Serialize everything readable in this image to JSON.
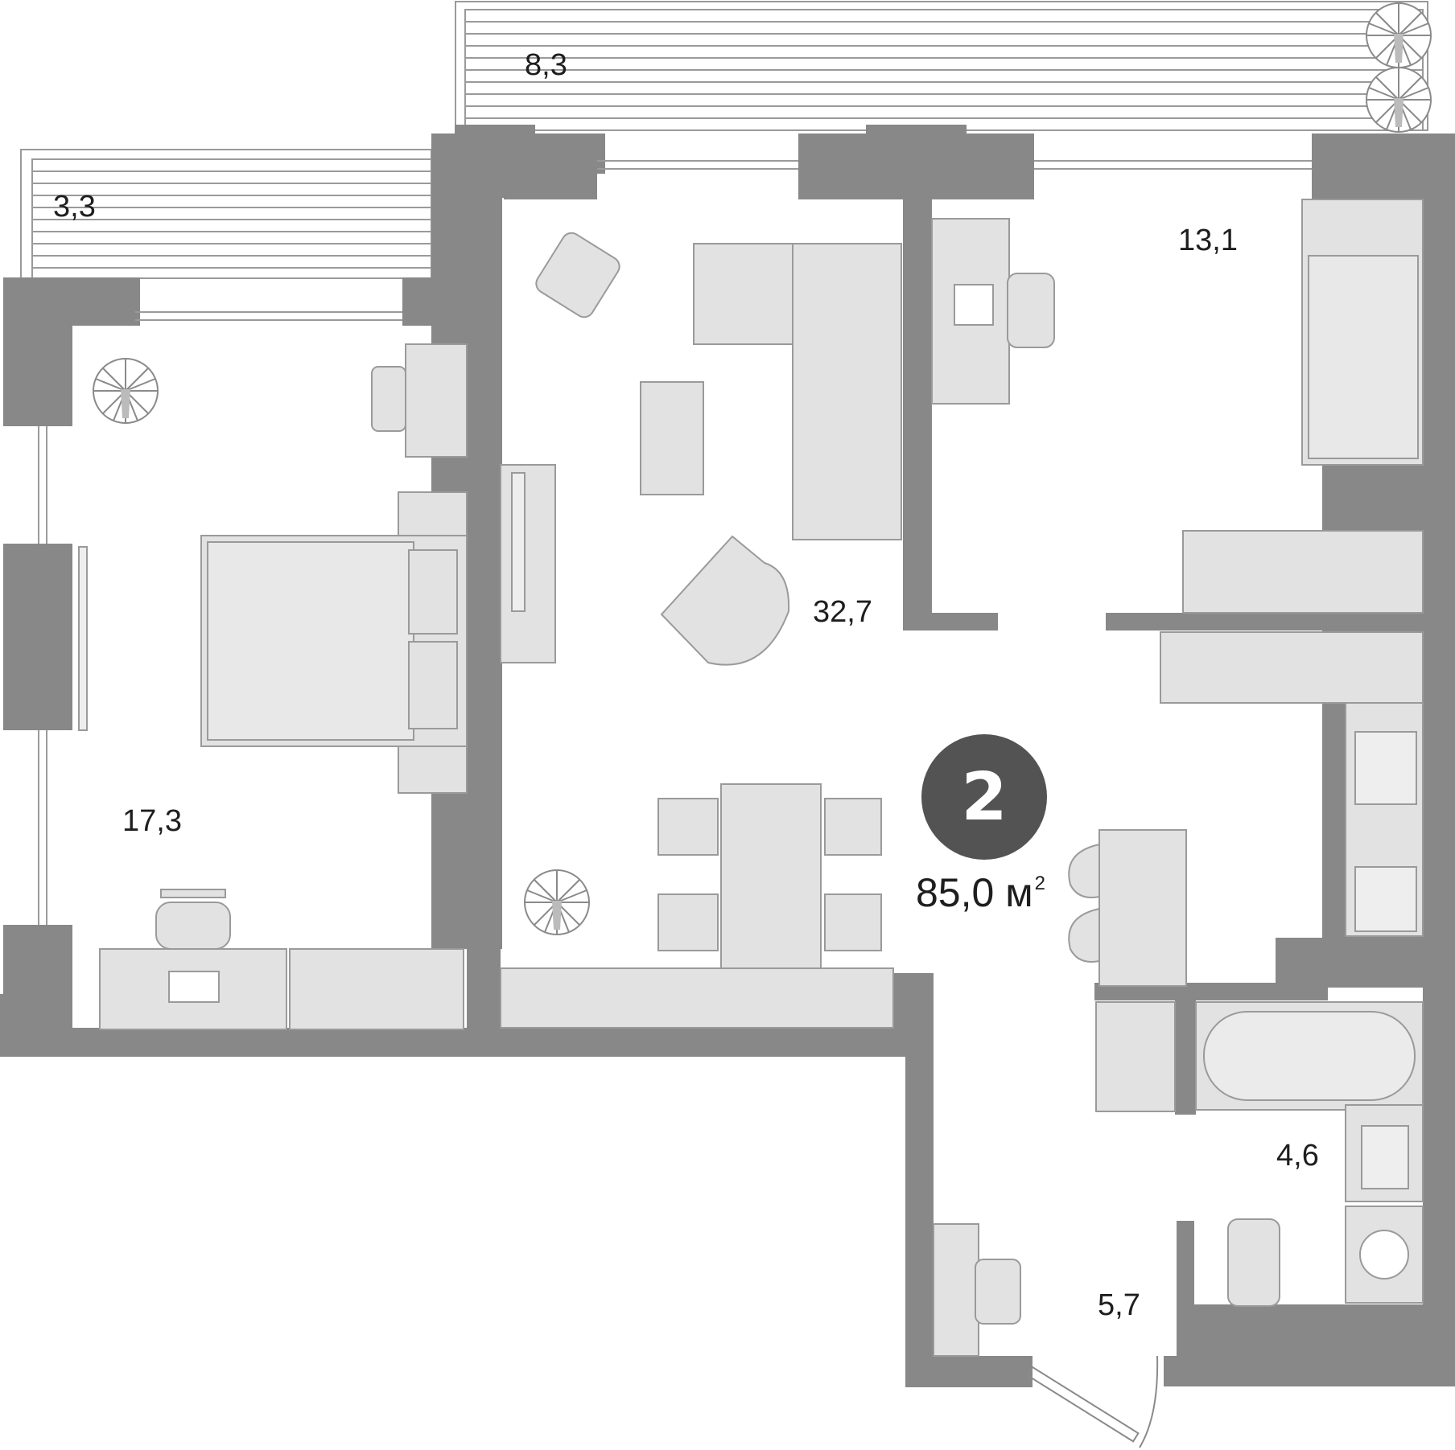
{
  "apartment": {
    "rooms_count": "2",
    "total_area": "85,0",
    "unit": "м",
    "unit_power": "2"
  },
  "rooms": [
    {
      "id": "balcony-top",
      "area": "8,3"
    },
    {
      "id": "balcony-left",
      "area": "3,3"
    },
    {
      "id": "bedroom-small",
      "area": "13,1"
    },
    {
      "id": "living-kitchen",
      "area": "32,7"
    },
    {
      "id": "bedroom-main",
      "area": "17,3"
    },
    {
      "id": "bathroom",
      "area": "4,6"
    },
    {
      "id": "hallway",
      "area": "5,7"
    }
  ],
  "colors": {
    "wall": "#888888",
    "furniture_fill": "#e2e2e2",
    "furniture_stroke": "#9a9a9a",
    "badge": "#535353",
    "text": "#1e1e1e"
  }
}
